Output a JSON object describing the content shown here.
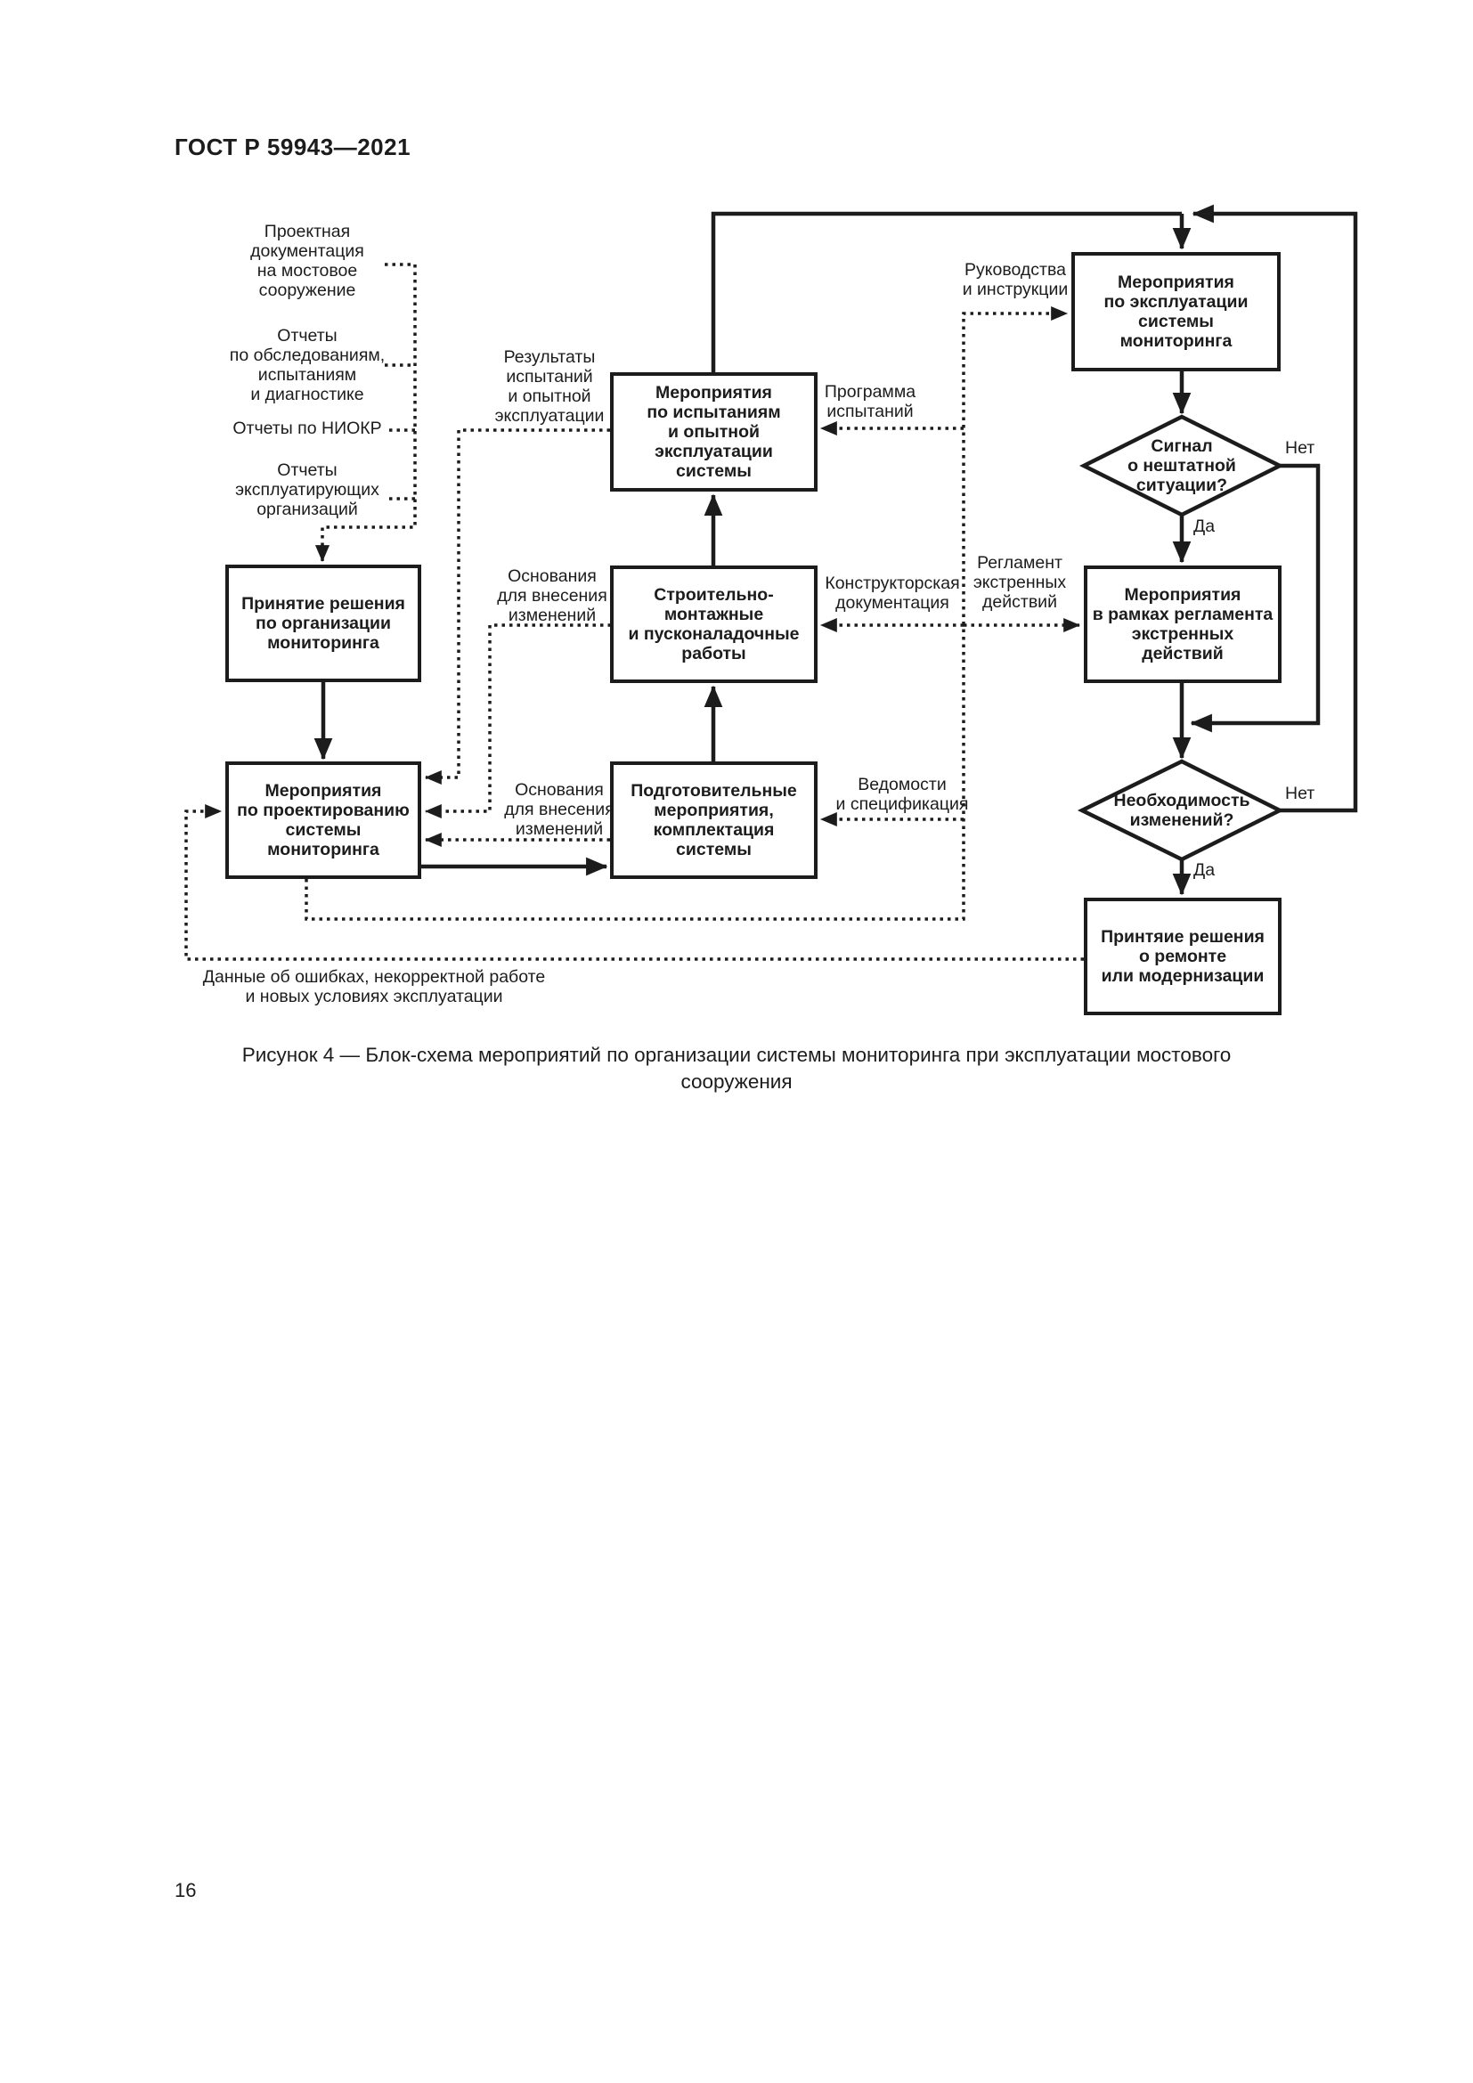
{
  "page": {
    "header": "ГОСТ Р 59943—2021",
    "figure_caption": "Рисунок 4 — Блок-схема мероприятий по организации системы мониторинга при эксплуатации мостового\nсооружения",
    "page_number": "16"
  },
  "flowchart": {
    "inputs": [
      {
        "label": "Проектная\nдокументация\nна мостовое\nсооружение"
      },
      {
        "label": "Отчеты\nпо обследованиям,\nиспытаниям\nи диагностике"
      },
      {
        "label": "Отчеты по НИОКР"
      },
      {
        "label": "Отчеты\nэксплуатирующих\nорганизаций"
      }
    ],
    "boxes": {
      "decision_org": "Принятие решения\nпо организации\nмониторинга",
      "design": "Мероприятия\nпо проектированию\nсистемы\nмониторинга",
      "testing": "Мероприятия\nпо испытаниям\nи опытной\nэксплуатации\nсистемы",
      "construction": "Строительно-\nмонтажные\nи пусконаладочные\nработы",
      "preparation": "Подготовительные\nмероприятия,\nкомплектация\nсистемы",
      "operation": "Мероприятия\nпо эксплуатации\nсистемы\nмониторинга",
      "emergency": "Мероприятия\nв рамках регламента\nэкстренных\nдействий",
      "repair": "Принтяие решения\nо ремонте\nили модернизации"
    },
    "decisions": {
      "signal": "Сигнал\nо нештатной\nситуации?",
      "need_changes": "Необходимость\nизменений?"
    },
    "edge_labels": {
      "test_results": "Результаты\nиспытаний\nи опытной\nэксплуатации",
      "change_grounds_1": "Основания\nдля внесения\nизменений",
      "change_grounds_2": "Основания\nдля внесения\nизменений",
      "test_program": "Программа\nиспытаний",
      "design_docs": "Конструкторская\nдокументация",
      "emergency_regulations": "Регламент\nэкстренных\nдействий",
      "manuals": "Руководства\nи инструкции",
      "lists_specs": "Ведомости\nи спецификация",
      "error_data": "Данные об ошибках, некорректной работе\nи новых условиях эксплуатации",
      "yes": "Да",
      "no": "Нет"
    },
    "ink_color": "#1c1c1c"
  }
}
